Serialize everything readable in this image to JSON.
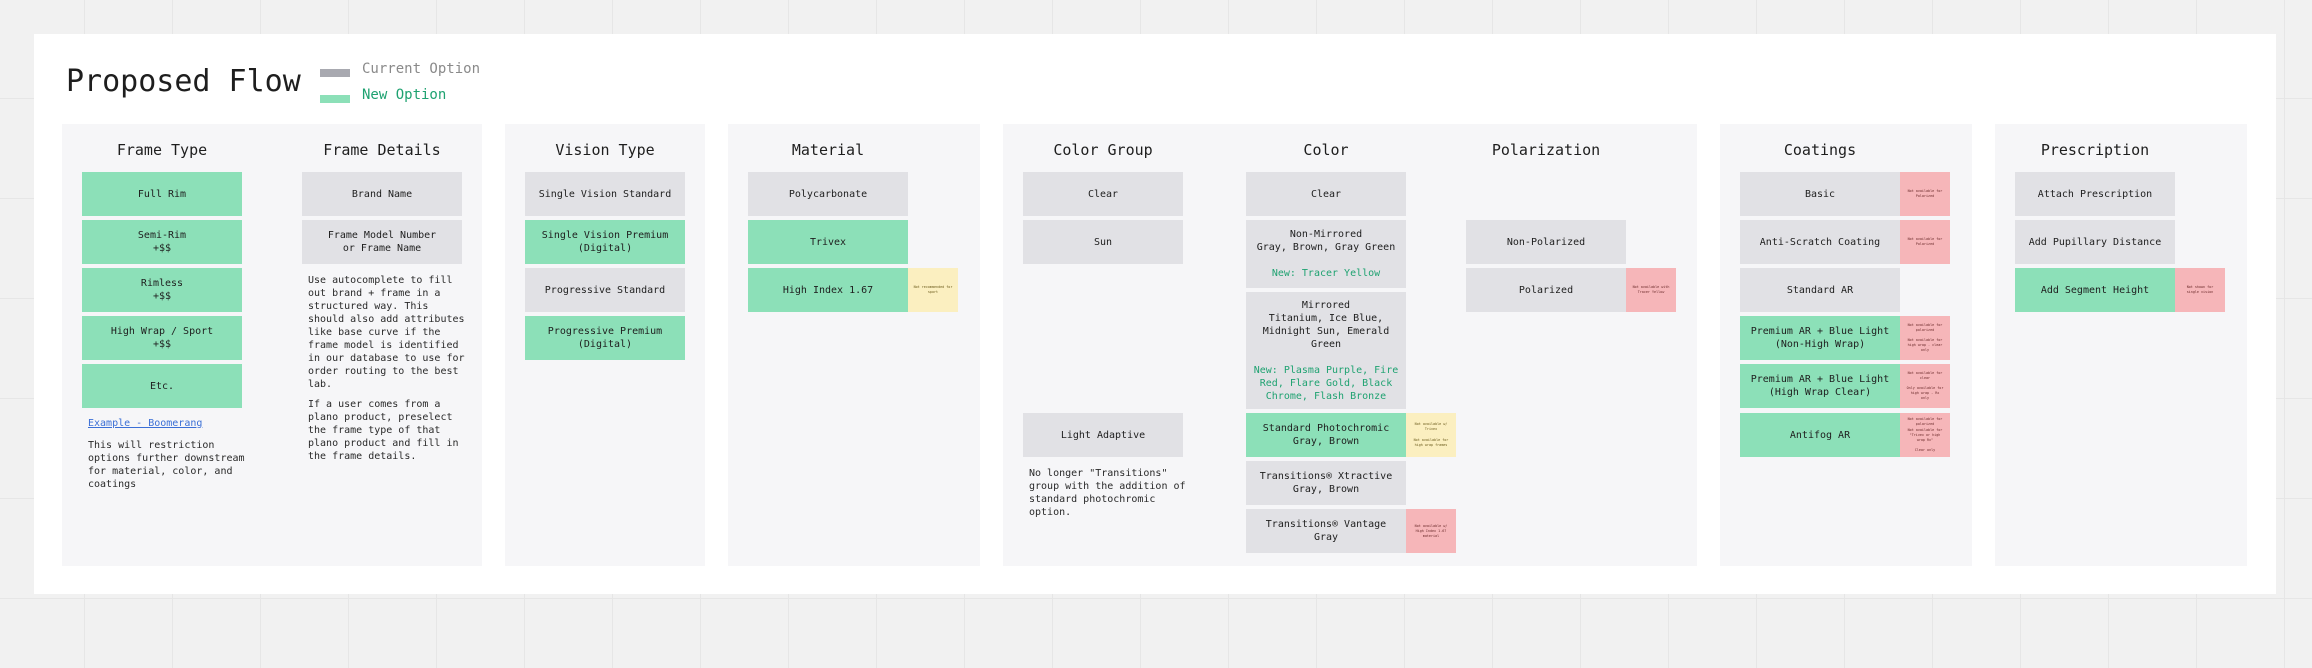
{
  "title": "Proposed Flow",
  "legend": [
    {
      "label": "Current Option",
      "color": "#a8a9b0"
    },
    {
      "label": "New Option",
      "color": "#8ce0b8"
    }
  ],
  "colors": {
    "current": "#e1e1e5",
    "new": "#8ce0b8",
    "not_available": "#f6b6b9",
    "recommended": "#fbefc0",
    "new_text": "#1fa271"
  },
  "frame_type": {
    "heading": "Frame Type",
    "options": [
      {
        "label": "Full Rim",
        "status": "new"
      },
      {
        "label": "Semi-Rim\n+$$",
        "status": "new"
      },
      {
        "label": "Rimless\n+$$",
        "status": "new"
      },
      {
        "label": "High Wrap / Sport\n+$$",
        "status": "new"
      },
      {
        "label": "Etc.",
        "status": "new"
      }
    ],
    "link": "Example - Boomerang",
    "note": "This will restriction\noptions further downstream\nfor material, color, and\ncoatings"
  },
  "frame_details": {
    "heading": "Frame Details",
    "options": [
      {
        "label": "Brand Name",
        "status": "current"
      },
      {
        "label": "Frame Model Number\nor Frame Name",
        "status": "current"
      }
    ],
    "note1": "Use autocomplete to fill\nout brand + frame in a\nstructured way. This\nshould also add attributes\nlike base curve if the\nframe model is identified\nin our database to use for\norder routing to the best\nlab.",
    "note2": "If a user comes from a\nplano product, preselect\nthe frame type of that\nplano product and fill in\nthe frame details."
  },
  "vision_type": {
    "heading": "Vision Type",
    "options": [
      {
        "label": "Single Vision Standard",
        "status": "current"
      },
      {
        "label": "Single Vision Premium\n(Digital)",
        "status": "new"
      },
      {
        "label": "Progressive Standard",
        "status": "current"
      },
      {
        "label": "Progressive Premium\n(Digital)",
        "status": "new"
      }
    ]
  },
  "material": {
    "heading": "Material",
    "options": [
      {
        "label": "Polycarbonate",
        "status": "current"
      },
      {
        "label": "Trivex",
        "status": "new"
      },
      {
        "label": "High Index 1.67",
        "status": "new",
        "note": "Not recommended for sport"
      }
    ]
  },
  "color_group": {
    "heading": "Color Group",
    "options": [
      {
        "label": "Clear",
        "status": "current"
      },
      {
        "label": "Sun",
        "status": "current"
      },
      {
        "label": "Light Adaptive",
        "status": "current"
      }
    ],
    "note": "No longer \"Transitions\"\ngroup with the addition of\nstandard photochromic\noption."
  },
  "color": {
    "heading": "Color",
    "options": [
      {
        "label": "Clear",
        "status": "current"
      },
      {
        "label": "Non-Mirrored\nGray, Brown, Gray Green",
        "new_text": "New: Tracer Yellow",
        "status": "current"
      },
      {
        "label": "Mirrored\nTitanium, Ice Blue,\nMidnight Sun, Emerald\nGreen",
        "new_text": "New: Plasma Purple, Fire\nRed, Flare Gold, Black\nChrome, Flash Bronze",
        "status": "current"
      },
      {
        "label": "Standard Photochromic\nGray, Brown",
        "status": "new",
        "note_top": "Not available w/\nTrivex",
        "note_bottom": "Not available for\nhigh wrap frames"
      },
      {
        "label": "Transitions® Xtractive\nGray, Brown",
        "status": "current"
      },
      {
        "label": "Transitions® Vantage\nGray",
        "status": "current",
        "note": "Not available w/\nHigh Index 1.67\nmaterial"
      }
    ]
  },
  "polarization": {
    "heading": "Polarization",
    "options": [
      {
        "label": "Non-Polarized",
        "status": "current"
      },
      {
        "label": "Polarized",
        "status": "current",
        "note": "Not available with\nTracer Yellow"
      }
    ]
  },
  "coatings": {
    "heading": "Coatings",
    "options": [
      {
        "label": "Basic",
        "status": "current",
        "note": "Not available for\nPolarized"
      },
      {
        "label": "Anti-Scratch Coating",
        "status": "current",
        "note": "Not available for\nPolarized"
      },
      {
        "label": "Standard AR",
        "status": "current"
      },
      {
        "label": "Premium AR + Blue Light\n(Non-High Wrap)",
        "status": "new",
        "note_top": "Not available for\npolarized",
        "note_bottom": "Not available for\nhigh wrap - clear\nonly"
      },
      {
        "label": "Premium AR + Blue Light\n(High Wrap Clear)",
        "status": "new",
        "note_top": "Not available for\nclear",
        "note_bottom": "Only available for\nhigh wrap - Rx\nonly"
      },
      {
        "label": "Antifog AR",
        "status": "new",
        "note_top": "Not available for\npolarized",
        "note_bottom": "Not available for\n\"Trivex or high\nwrap Rx\"\n\nClear only"
      }
    ]
  },
  "prescription": {
    "heading": "Prescription",
    "options": [
      {
        "label": "Attach Prescription",
        "status": "current"
      },
      {
        "label": "Add Pupillary Distance",
        "status": "current"
      },
      {
        "label": "Add Segment Height",
        "status": "new",
        "note": "Not shown for\nsingle vision"
      }
    ]
  }
}
